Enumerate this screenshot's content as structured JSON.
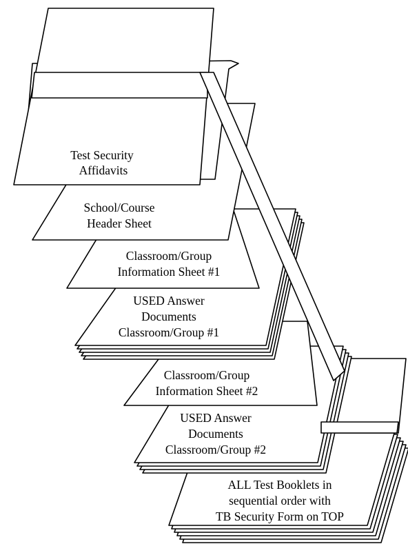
{
  "stack": {
    "affidavits": {
      "line1": "Test Security",
      "line2": "Affidavits"
    },
    "header_sheet": {
      "line1": "School/Course",
      "line2": "Header Sheet"
    },
    "info_sheet_1": {
      "line1": "Classroom/Group",
      "line2": "Information Sheet #1"
    },
    "answer_docs_1": {
      "line1": "USED Answer",
      "line2": "Documents",
      "line3": "Classroom/Group #1"
    },
    "info_sheet_2": {
      "line1": "Classroom/Group",
      "line2": "Information Sheet #2"
    },
    "answer_docs_2": {
      "line1": "USED Answer",
      "line2": "Documents",
      "line3": "Classroom/Group #2"
    },
    "test_booklets": {
      "line1": "ALL Test Booklets in",
      "line2": "sequential order with",
      "line3": "TB Security Form on TOP"
    }
  }
}
